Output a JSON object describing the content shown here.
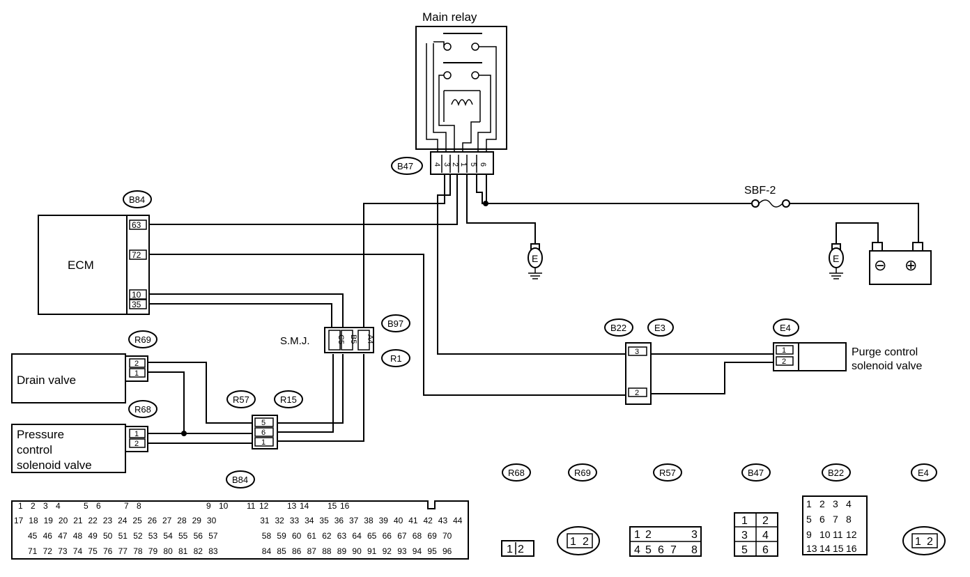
{
  "relay": {
    "title": "Main relay",
    "connector": "B47",
    "pins": [
      "4",
      "3",
      "2",
      "1",
      "5",
      "6"
    ]
  },
  "fuse": {
    "label": "SBF-2"
  },
  "ground": "E",
  "battery": {
    "neg": "⊖",
    "pos": "⊕"
  },
  "ecm": {
    "label": "ECM",
    "connector": "B84",
    "pins": [
      "63",
      "72",
      "10",
      "35"
    ]
  },
  "smj": {
    "label": "S.M.J.",
    "connector_top": "B97",
    "connector_bottom": "R1",
    "pins": [
      "C5",
      "B5",
      "A4"
    ]
  },
  "drain_valve": {
    "label": "Drain valve",
    "connector": "R69",
    "pins": [
      "2",
      "1"
    ]
  },
  "pressure_valve": {
    "label_lines": [
      "Pressure",
      "control",
      "solenoid valve"
    ],
    "connector": "R68",
    "pins": [
      "1",
      "2"
    ]
  },
  "r57": {
    "connector": "R57",
    "connector2": "R15",
    "pins": [
      "5",
      "6",
      "1"
    ]
  },
  "b22": {
    "connector": "B22",
    "connector2": "E3",
    "pins": [
      "3",
      "2"
    ]
  },
  "purge_valve": {
    "label_lines": [
      "Purge control",
      "solenoid valve"
    ],
    "connector": "E4",
    "pins": [
      "1",
      "2"
    ]
  },
  "big_connector": {
    "label": "B84",
    "row1": [
      "1",
      "2",
      "3",
      "4",
      "5",
      "6",
      "7",
      "8",
      "9",
      "10",
      "11",
      "12",
      "13",
      "14",
      "15",
      "16"
    ],
    "row2": [
      "17",
      "18",
      "19",
      "20",
      "21",
      "22",
      "23",
      "24",
      "25",
      "26",
      "27",
      "28",
      "29",
      "30",
      "31",
      "32",
      "33",
      "34",
      "35",
      "36",
      "37",
      "38",
      "39",
      "40",
      "41",
      "42",
      "43",
      "44"
    ],
    "row3": [
      "45",
      "46",
      "47",
      "48",
      "49",
      "50",
      "51",
      "52",
      "53",
      "54",
      "55",
      "56",
      "57",
      "58",
      "59",
      "60",
      "61",
      "62",
      "63",
      "64",
      "65",
      "66",
      "67",
      "68",
      "69",
      "70"
    ],
    "row4": [
      "71",
      "72",
      "73",
      "74",
      "75",
      "76",
      "77",
      "78",
      "79",
      "80",
      "81",
      "82",
      "83",
      "84",
      "85",
      "86",
      "87",
      "88",
      "89",
      "90",
      "91",
      "92",
      "93",
      "94",
      "95",
      "96"
    ]
  },
  "small_connectors": {
    "r68": {
      "label": "R68",
      "pins": [
        "1",
        "2"
      ]
    },
    "r69": {
      "label": "R69",
      "pins": [
        "1",
        "2"
      ]
    },
    "r57": {
      "label": "R57",
      "pins": [
        "1",
        "2",
        "3",
        "4",
        "5",
        "6",
        "7",
        "8"
      ]
    },
    "b47": {
      "label": "B47",
      "pins": [
        "1",
        "2",
        "3",
        "4",
        "5",
        "6"
      ]
    },
    "b22": {
      "label": "B22",
      "pins": [
        "1",
        "2",
        "3",
        "4",
        "5",
        "6",
        "7",
        "8",
        "9",
        "10",
        "11",
        "12",
        "13",
        "14",
        "15",
        "16"
      ]
    },
    "e4": {
      "label": "E4",
      "pins": [
        "1",
        "2"
      ]
    }
  }
}
